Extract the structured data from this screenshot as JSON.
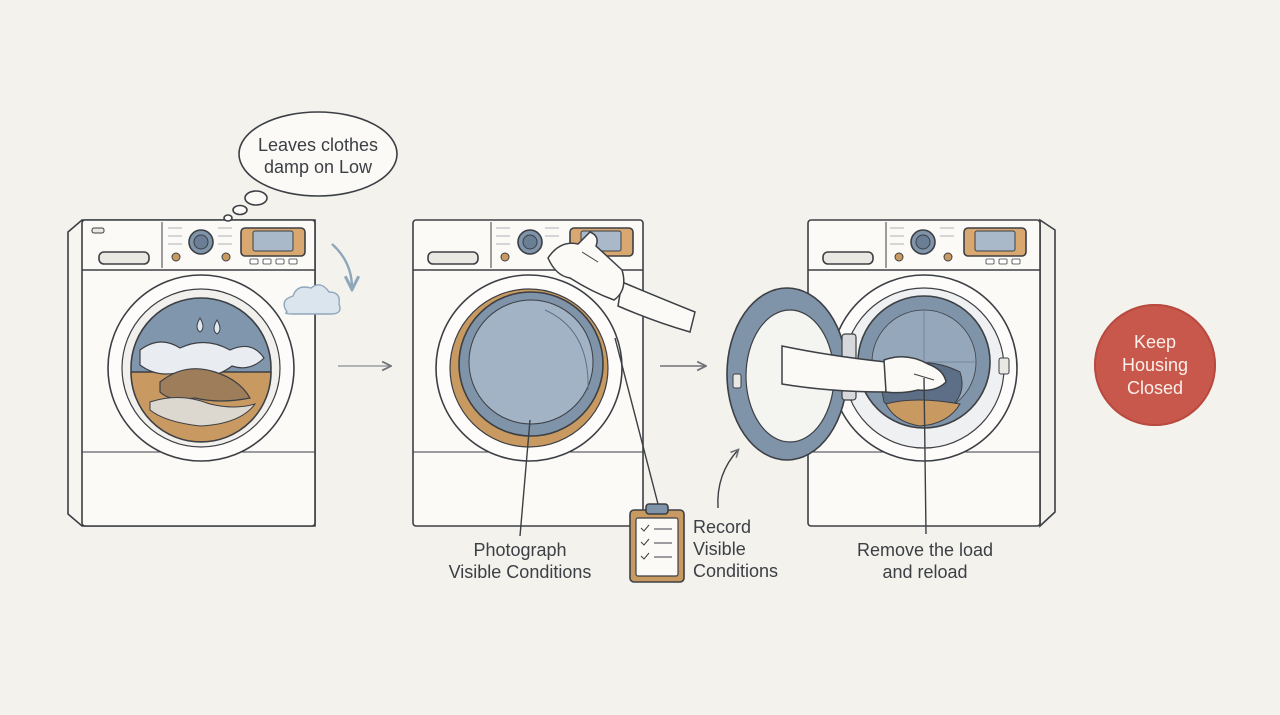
{
  "colors": {
    "background": "#f3f2ed",
    "line": "#3c3f44",
    "drum_blue": "#7f93a9",
    "accent_tan": "#c89a61",
    "stamp_red": "#c9584c"
  },
  "thought_bubble": {
    "line1": "Leaves clothes",
    "line2": "damp on Low"
  },
  "steps": [
    {
      "id": "photograph",
      "line1": "Photograph",
      "line2": "Visible Conditions",
      "icon": "hand-on-dial-icon"
    },
    {
      "id": "record",
      "line1": "Record",
      "line2": "Visible",
      "line3": "Conditions",
      "icon": "clipboard-checklist-icon"
    },
    {
      "id": "reload",
      "line1": "Remove the load",
      "line2": "and reload",
      "icon": "hand-in-drum-icon"
    }
  ],
  "warning_stamp": {
    "line1": "Keep",
    "line2": "Housing",
    "line3": "Closed"
  }
}
